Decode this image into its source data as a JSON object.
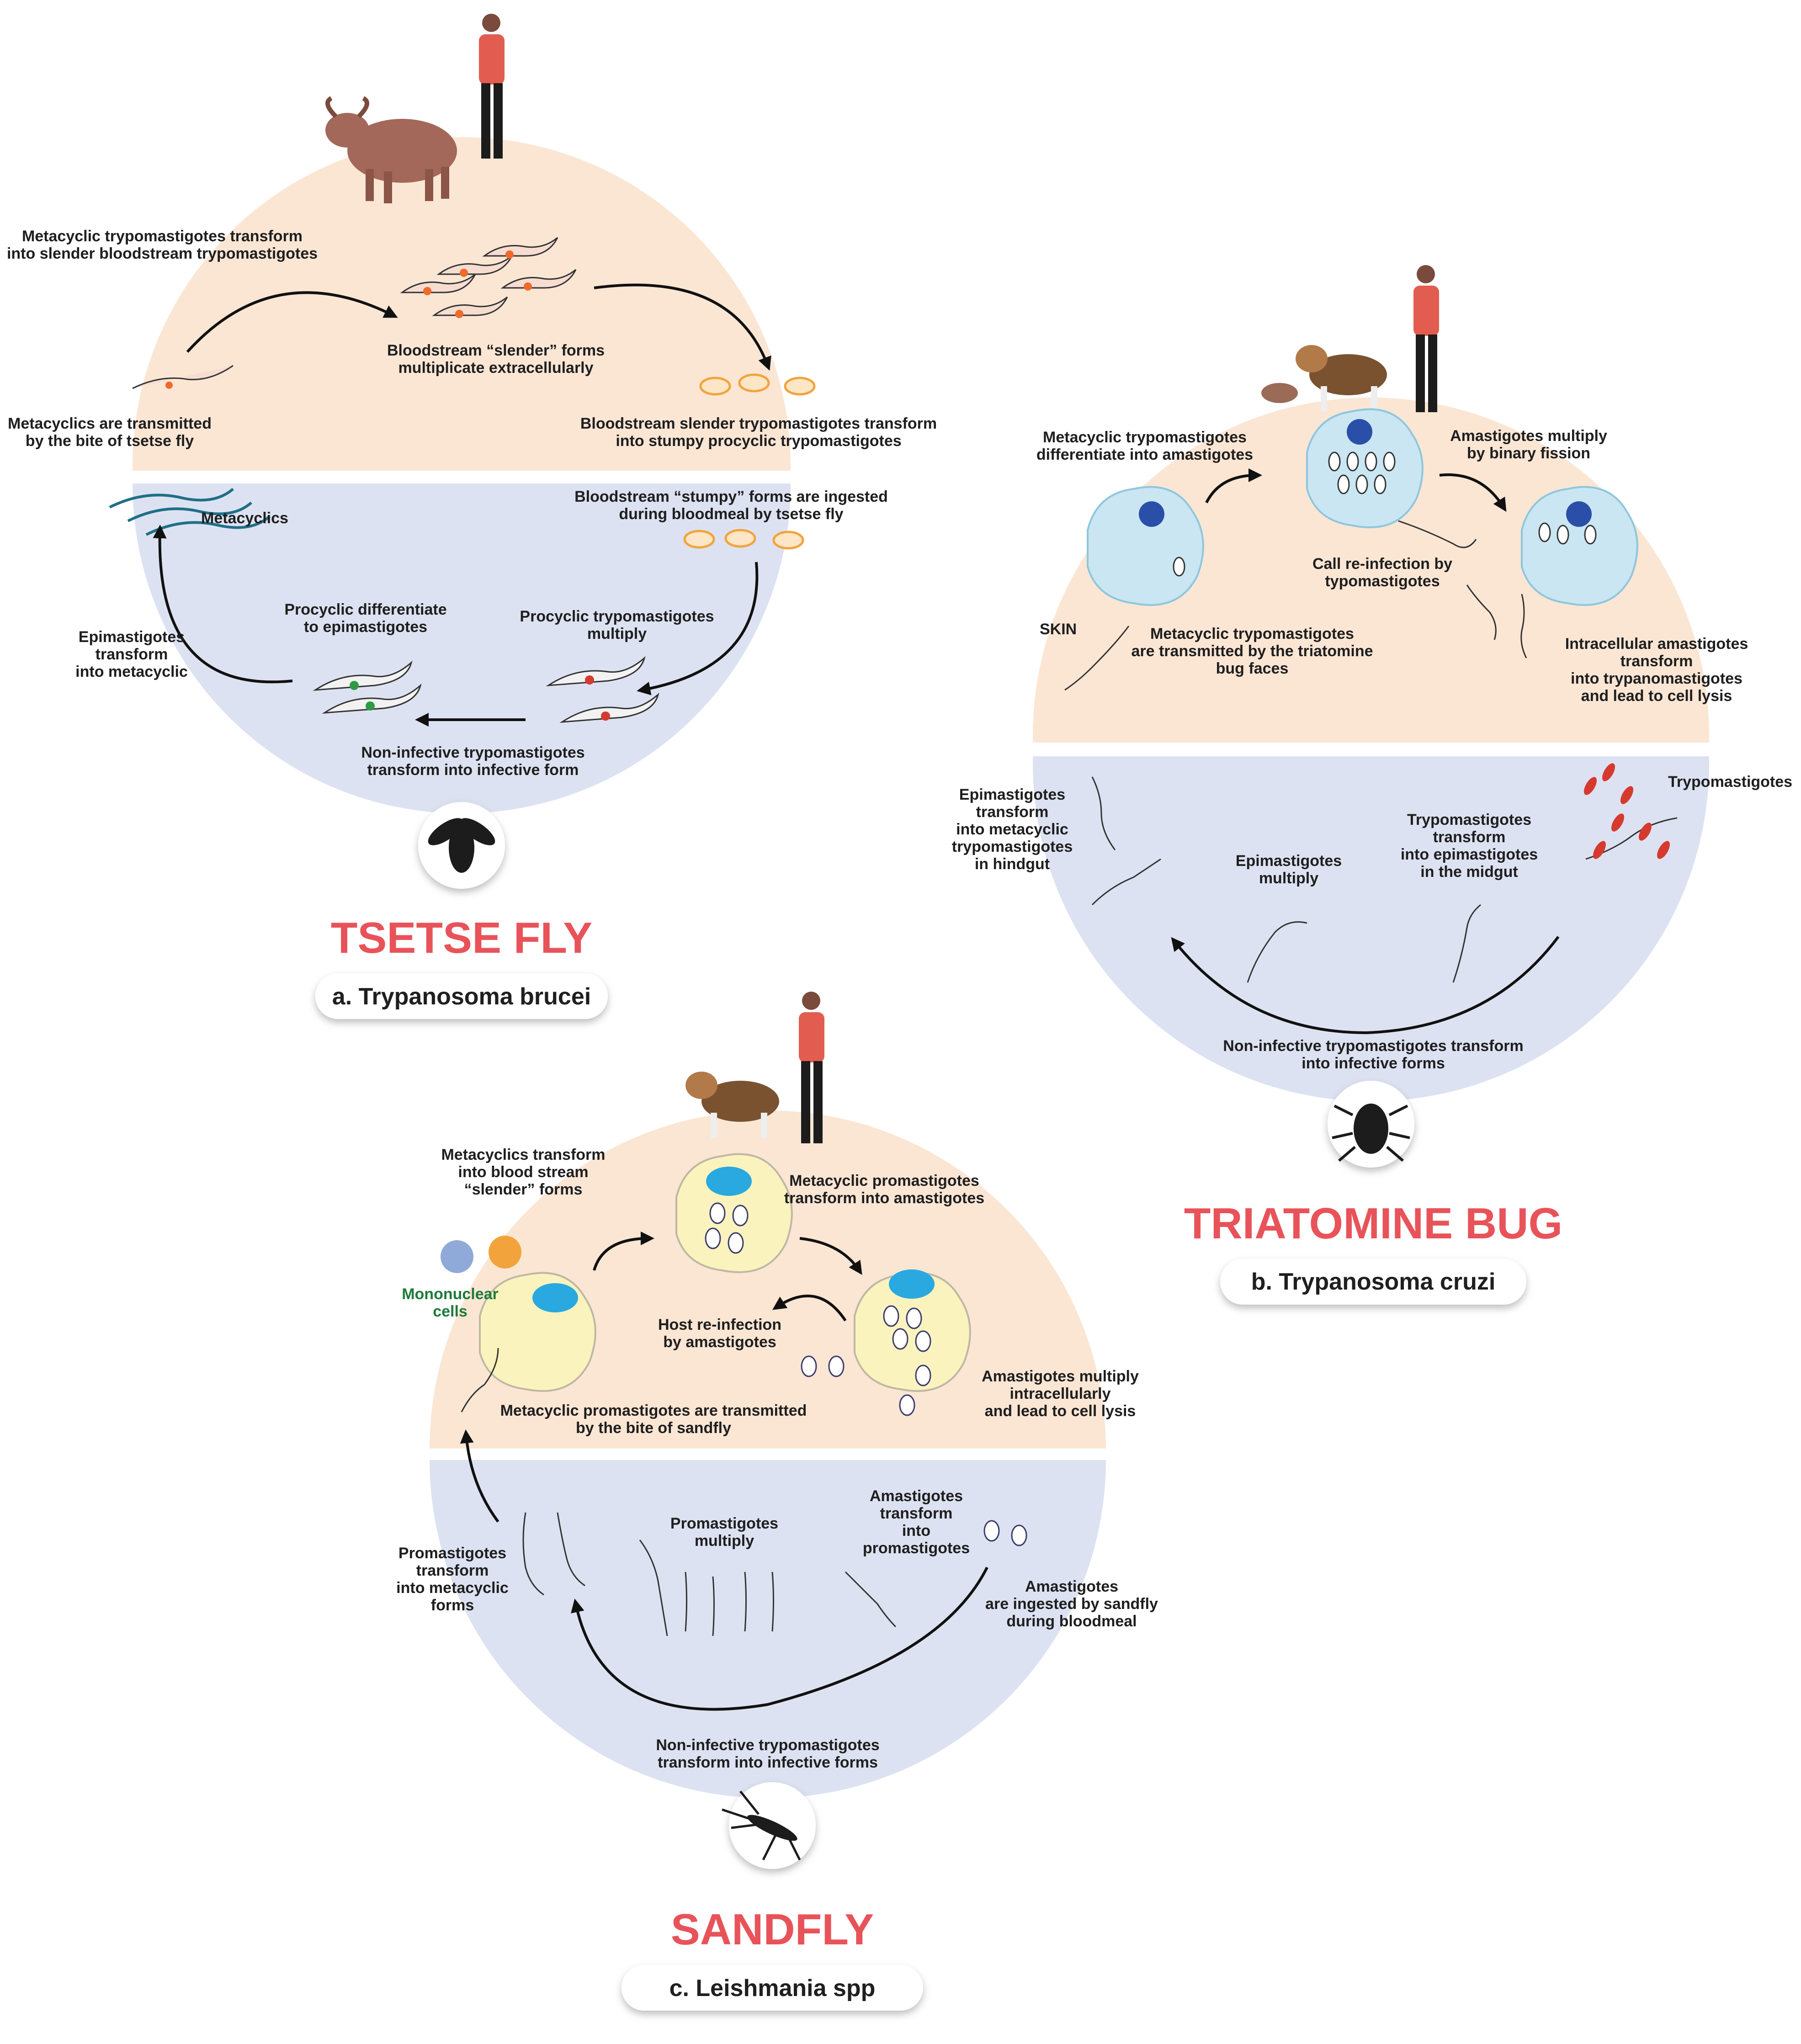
{
  "colors": {
    "host": "#fbe6d4",
    "vector": "#dde2f2",
    "title": "#e8535a",
    "text": "#1f1f1f",
    "cell": "#c9e6f2",
    "leish_cell": "#fbf3bd",
    "nucleus_blue": "#2a4fa8",
    "nucleus_cyan": "#29a9df",
    "orange": "#f3a33c",
    "red": "#d63a2f",
    "green": "#2f9a46",
    "teal": "#1e6f86"
  },
  "panel_a": {
    "vector": "TSETSE FLY",
    "species": "a. Trypanosoma brucei",
    "icon": "tsetse-fly-icon",
    "labels": {
      "meta_to_slender": [
        "Metacyclic trypomastigotes transform",
        "into slender bloodstream trypomastigotes"
      ],
      "slender_multiply": [
        "Bloodstream “slender” forms",
        "multiplicate extracellularly"
      ],
      "meta_transmitted": [
        "Metacyclics are transmitted",
        "by the bite of tsetse fly"
      ],
      "slender_to_stumpy": [
        "Bloodstream slender trypomastigotes transform",
        "into stumpy procyclic trypomastigotes"
      ],
      "stumpy_ingested": [
        "Bloodstream “stumpy” forms are ingested",
        "during bloodmeal by tsetse fly"
      ],
      "metacyclics": [
        "Metacyclics"
      ],
      "epi_to_meta": [
        "Epimastigotes",
        "transform",
        "into metacyclic"
      ],
      "procyclic_diff": [
        "Procyclic differentiate",
        "to epimastigotes"
      ],
      "procyclic_multiply": [
        "Procyclic trypomastigotes",
        "multiply"
      ],
      "noninfective": [
        "Non-infective  trypomastigotes",
        "transform into infective form"
      ]
    }
  },
  "panel_b": {
    "vector": "TRIATOMINE BUG",
    "species": "b. Trypanosoma cruzi",
    "icon": "triatomine-bug-icon",
    "labels": {
      "meta_diff": [
        "Metacyclic trypomastigotes",
        "differentiate into amastigotes"
      ],
      "amast_binary": [
        "Amastigotes multiply",
        "by binary fission"
      ],
      "reinfection": [
        "Call re-infection by",
        "typomastigotes"
      ],
      "skin": [
        "SKIN"
      ],
      "meta_transmitted": [
        "Metacyclic trypomastigotes",
        "are transmitted by the triatomine",
        "bug faces"
      ],
      "intracellular": [
        "Intracellular amastigotes",
        "transform",
        "into trypanomastigotes",
        "and lead to cell lysis"
      ],
      "epi_hindgut": [
        "Epimastigotes",
        "transform",
        "into metacyclic",
        "trypomastigotes",
        "in hindgut"
      ],
      "epi_multiply": [
        "Epimastigotes",
        "multiply"
      ],
      "trypo_midgut": [
        "Trypomastigotes",
        "transform",
        "into epimastigotes",
        "in the midgut"
      ],
      "trypomastigotes": [
        "Trypomastigotes"
      ],
      "noninfective": [
        "Non-infective trypomastigotes transform",
        "into infective forms"
      ]
    }
  },
  "panel_c": {
    "vector": "SANDFLY",
    "species": "c. Leishmania spp",
    "icon": "sandfly-icon",
    "labels": {
      "meta_blood": [
        "Metacyclics transform",
        "into blood stream",
        "“slender” forms"
      ],
      "promast_to_amast": [
        "Metacyclic promastigotes",
        "transform into amastigotes"
      ],
      "mononuclear": [
        "Mononuclear",
        "cells"
      ],
      "host_reinfection": [
        "Host re-infection",
        "by amastigotes"
      ],
      "amast_multiply": [
        "Amastigotes multiply",
        "intracellularly",
        "and lead to cell lysis"
      ],
      "promast_transmitted": [
        "Metacyclic promastigotes are transmitted",
        "by the bite of sandfly"
      ],
      "promast_to_meta": [
        "Promastigotes",
        "transform",
        "into metacyclic",
        "forms"
      ],
      "promast_multiply": [
        "Promastigotes",
        "multiply"
      ],
      "amast_to_promast": [
        "Amastigotes",
        "transform",
        "into",
        "promastigotes"
      ],
      "amast_ingested": [
        "Amastigotes",
        "are ingested by sandfly",
        "during bloodmeal"
      ],
      "noninfective": [
        "Non-infective trypomastigotes",
        "transform into infective forms"
      ]
    }
  }
}
